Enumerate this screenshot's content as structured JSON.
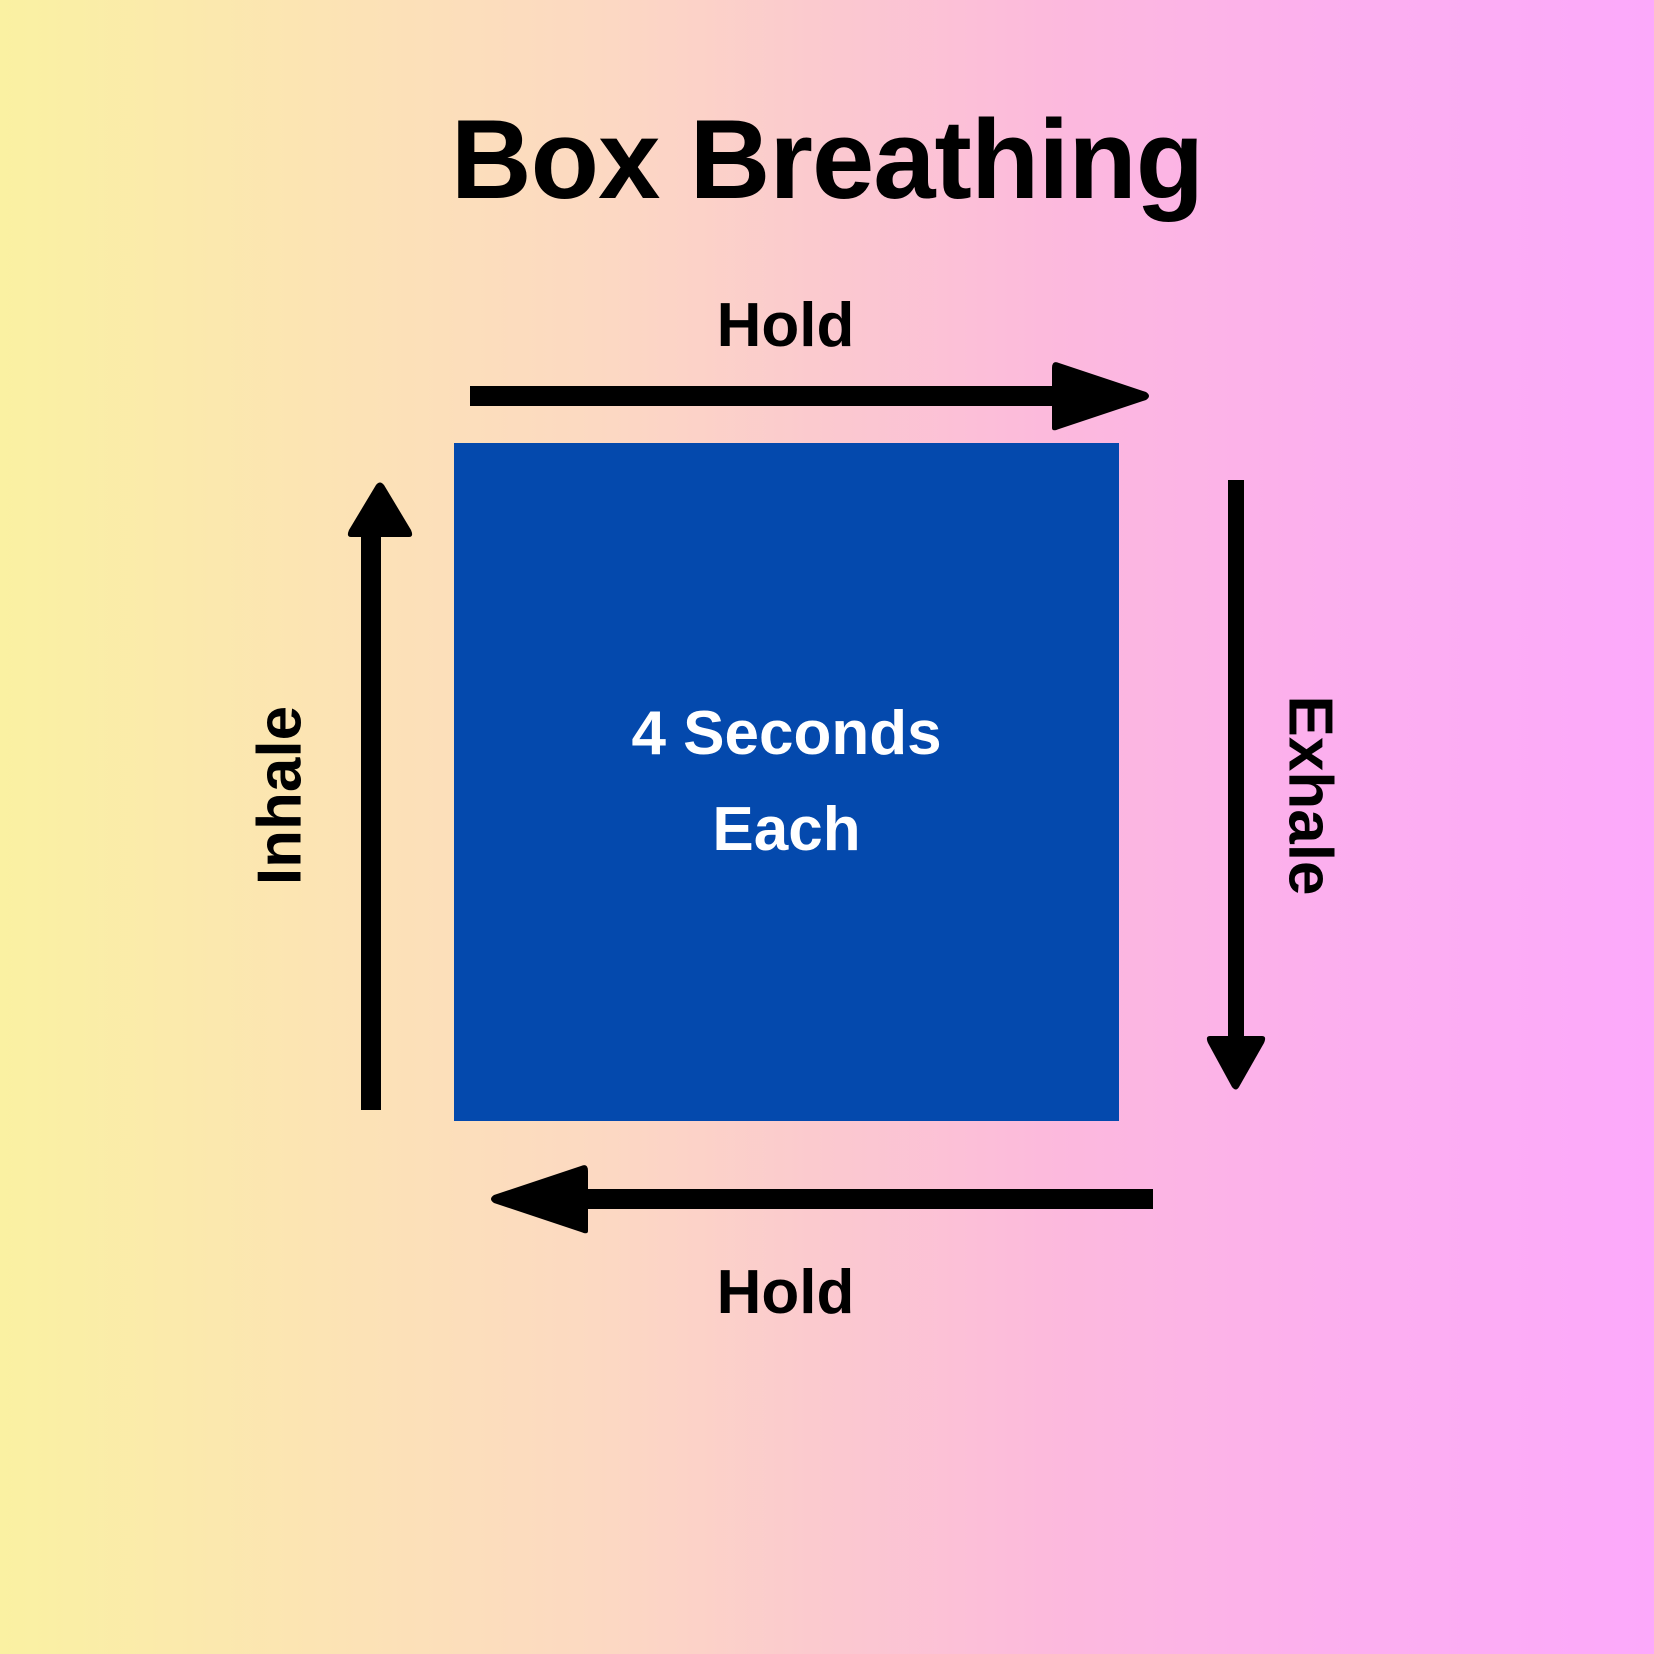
{
  "diagram": {
    "title": "Box Breathing",
    "center_text_line1": "4 Seconds",
    "center_text_line2": "Each",
    "labels": {
      "top": "Hold",
      "bottom": "Hold",
      "left": "Inhale",
      "right": "Exhale"
    },
    "colors": {
      "box_fill": "#0449ad",
      "box_text": "#ffffff",
      "arrow": "#000000",
      "title_text": "#000000",
      "background_start": "#faf1a2",
      "background_end": "#fca9fb"
    },
    "arrows": [
      {
        "name": "top-arrow",
        "direction": "right",
        "label": "Hold"
      },
      {
        "name": "right-arrow",
        "direction": "down",
        "label": "Exhale"
      },
      {
        "name": "bottom-arrow",
        "direction": "left",
        "label": "Hold"
      },
      {
        "name": "left-arrow",
        "direction": "up",
        "label": "Inhale"
      }
    ]
  }
}
